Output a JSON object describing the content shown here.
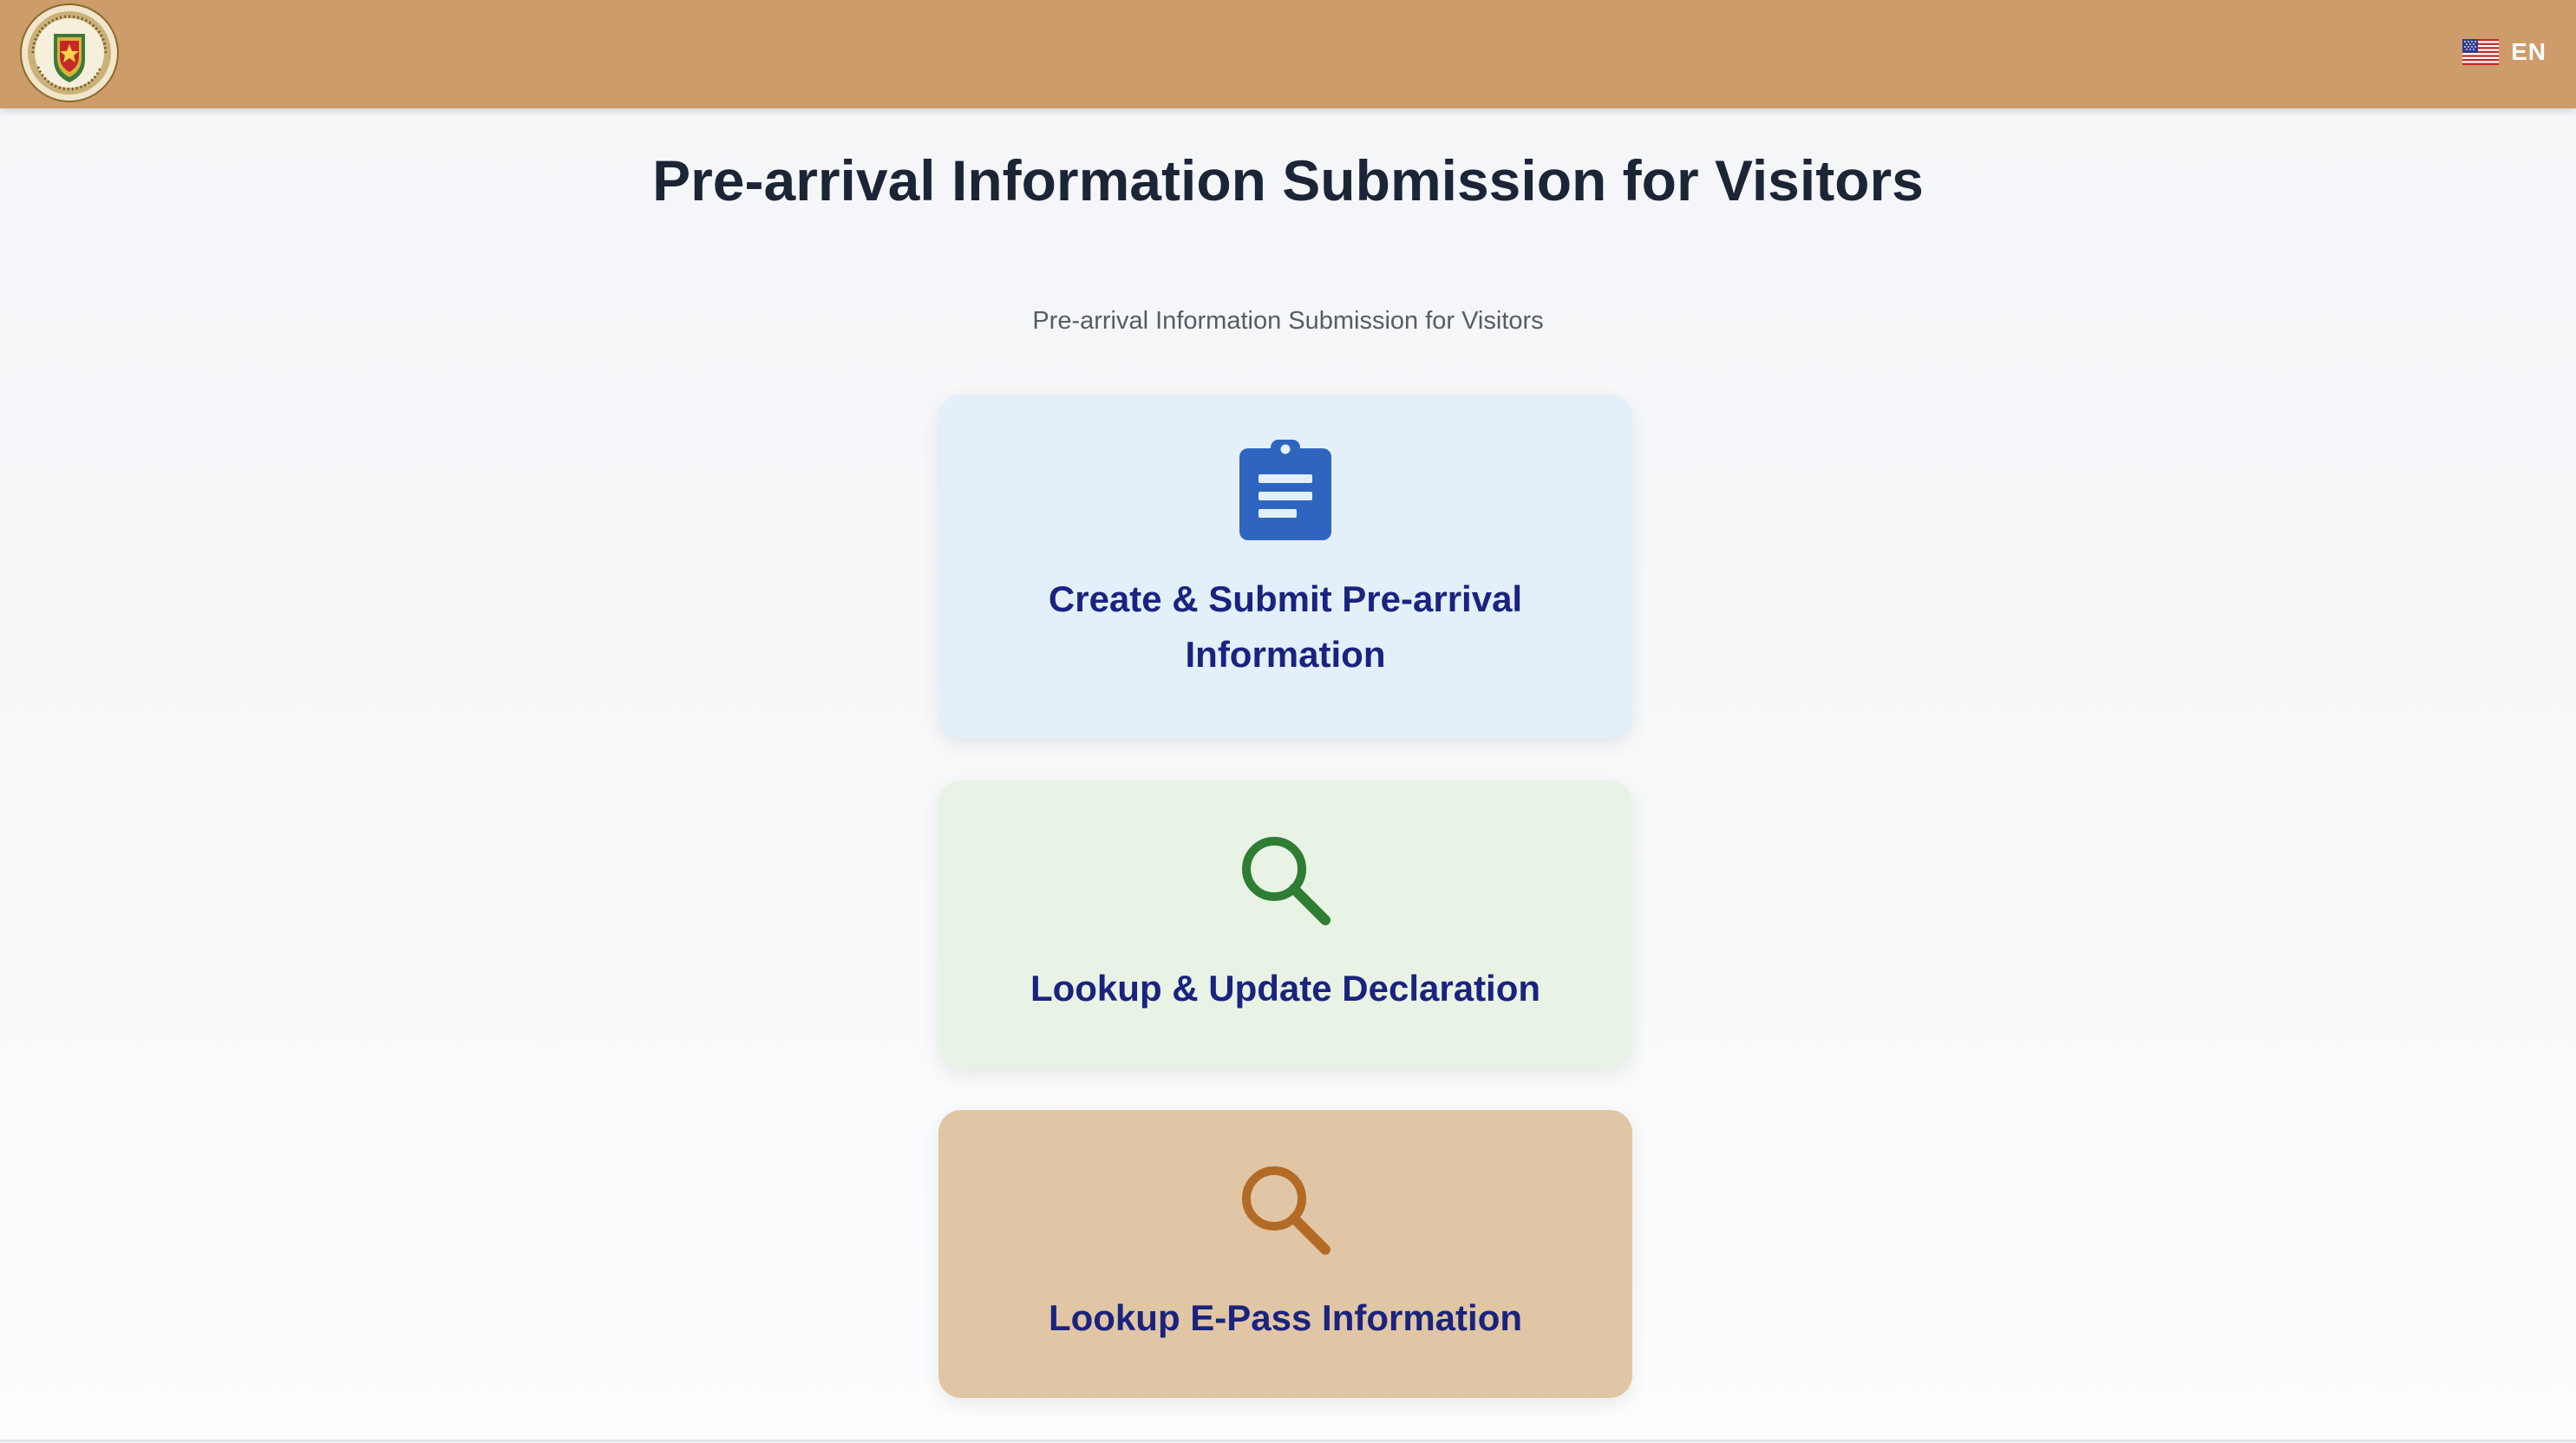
{
  "header": {
    "logo_ring_text": "QUẢN LÝ XUẤT NHẬP CẢNH · IMMIGRATION",
    "language": {
      "code": "EN",
      "flag_icon": "us-flag-icon"
    },
    "background_color": "#cd9c6a"
  },
  "main": {
    "title": "Pre-arrival Information Submission for Visitors",
    "subtitle": "Pre-arrival Information Submission for Visitors"
  },
  "cards": [
    {
      "label": "Create & Submit Pre-arrival Information",
      "icon": "clipboard-icon",
      "background": "#e3eff9",
      "icon_color": "#2f65c0"
    },
    {
      "label": "Lookup & Update Declaration",
      "icon": "search-icon",
      "background": "#e8f3e6",
      "icon_color": "#2e7d32"
    },
    {
      "label": "Lookup E-Pass Information",
      "icon": "search-icon",
      "background": "#e0c6a4",
      "icon_color": "#b36a25"
    }
  ],
  "colors": {
    "title": "#1b2536",
    "card_label": "#1a237e"
  }
}
